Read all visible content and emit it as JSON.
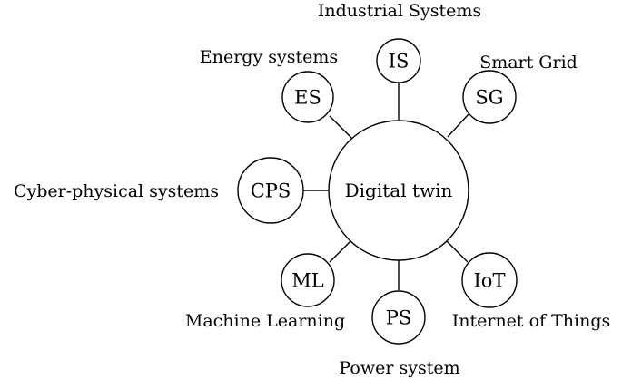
{
  "center": {
    "label": "Digital twin"
  },
  "nodes": [
    {
      "abbr": "IS",
      "label": "Industrial Systems"
    },
    {
      "abbr": "SG",
      "label": "Smart Grid"
    },
    {
      "abbr": "ES",
      "label": "Energy systems"
    },
    {
      "abbr": "CPS",
      "label": "Cyber-physical systems"
    },
    {
      "abbr": "ML",
      "label": "Machine Learning"
    },
    {
      "abbr": "PS",
      "label": "Power system"
    },
    {
      "abbr": "IoT",
      "label": "Internet of Things"
    }
  ]
}
